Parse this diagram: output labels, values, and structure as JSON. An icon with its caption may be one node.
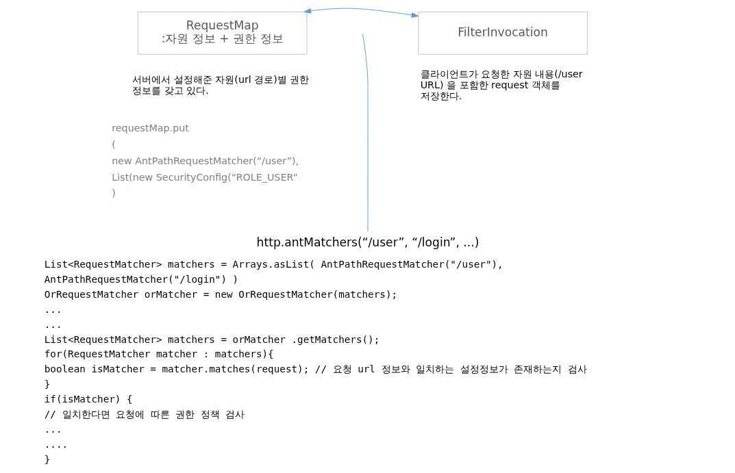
{
  "diagram": {
    "nodes": [
      {
        "text": [
          "RequestMap",
          ":자원 정보 + 권한 정보"
        ],
        "beside": [
          "서버에서 설정해준 자원(url 경로)별 권한 정보를 갖고 있다.",
          "requestMap.put",
          "(",
          "new AntPathRequestMatcher(“/user”),",
          "List(new SecurityConfig(“ROLE_USER”",
          ")"
        ]
      },
      {
        "text": [
          "FilterInvocation"
        ],
        "beside": [
          "클라이언트가 요청한 자원 내용(/user URL) 을 포함한 request 객체를 저장한다."
        ]
      },
      {
        "text": [
          "http.antMatchers(“/user”, “/login”, ...)"
        ]
      }
    ],
    "edges": [
      {
        "from": 0,
        "to": 1,
        "arrow": "both"
      },
      {
        "from": null,
        "to": 2,
        "arrow": "none"
      }
    ],
    "labels": [
      "List<RequestMatcher> matchers = Arrays.asList( AntPathRequestMatcher(\"/user\"),",
      "AntPathRequestMatcher(\"/login\") )",
      "OrRequestMatcher orMatcher = new OrRequestMatcher(matchers);",
      "...",
      "...",
      "List<RequestMatcher> matchers = orMatcher .getMatchers();",
      "for(RequestMatcher matcher : matchers){",
      "boolean isMatcher = matcher.matches(request); // 요청 url 정보와 일치하는 설정정보가 존재하는지 검사",
      "}",
      "if(isMatcher) {",
      "// 일치한다면 요청에 따른 권한 정책 검사",
      "...",
      "....",
      "}"
    ]
  }
}
